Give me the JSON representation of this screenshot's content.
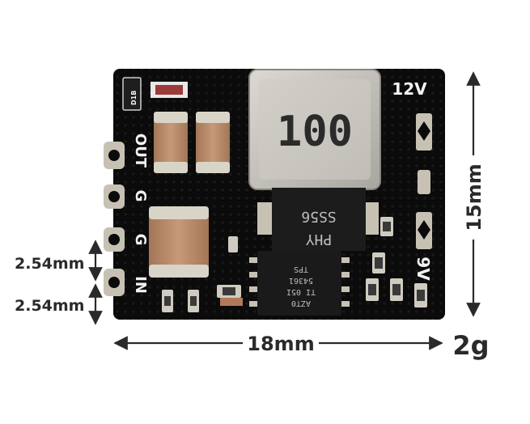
{
  "board": {
    "voltage_top": "12V",
    "voltage_bottom": "9V",
    "pin_labels": [
      "OUT",
      "G",
      "G",
      "IN"
    ],
    "led_label": "D1B",
    "inductor_text": "100",
    "diode_text": [
      "SS56",
      "PHY"
    ],
    "chip_text": [
      "TPS",
      "54361",
      "TI 05I",
      "AZT0"
    ]
  },
  "dimensions": {
    "pitch_1": "2.54mm",
    "pitch_2": "2.54mm",
    "height": "15mm",
    "width": "18mm",
    "weight": "2g"
  },
  "colors": {
    "pcb": "#0b0b0b",
    "pad_gold": "#c7c1b4",
    "capacitor": "#b98e6c",
    "inductor": "#c6c2bc",
    "ic": "#1a1a1a",
    "dimension_line": "#2a2a2a"
  }
}
